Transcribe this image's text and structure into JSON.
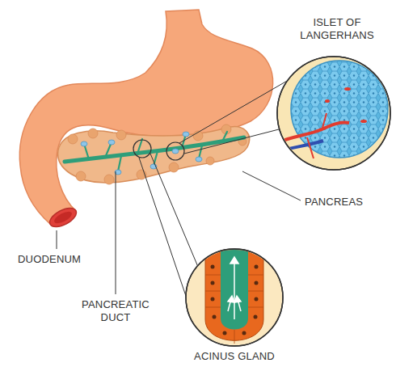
{
  "diagram": {
    "labels": [
      "ISLET OF LANGERHANS",
      "PANCREAS",
      "DUODENUM",
      "PANCREATIC DUCT",
      "ACINUS GLAND"
    ]
  }
}
